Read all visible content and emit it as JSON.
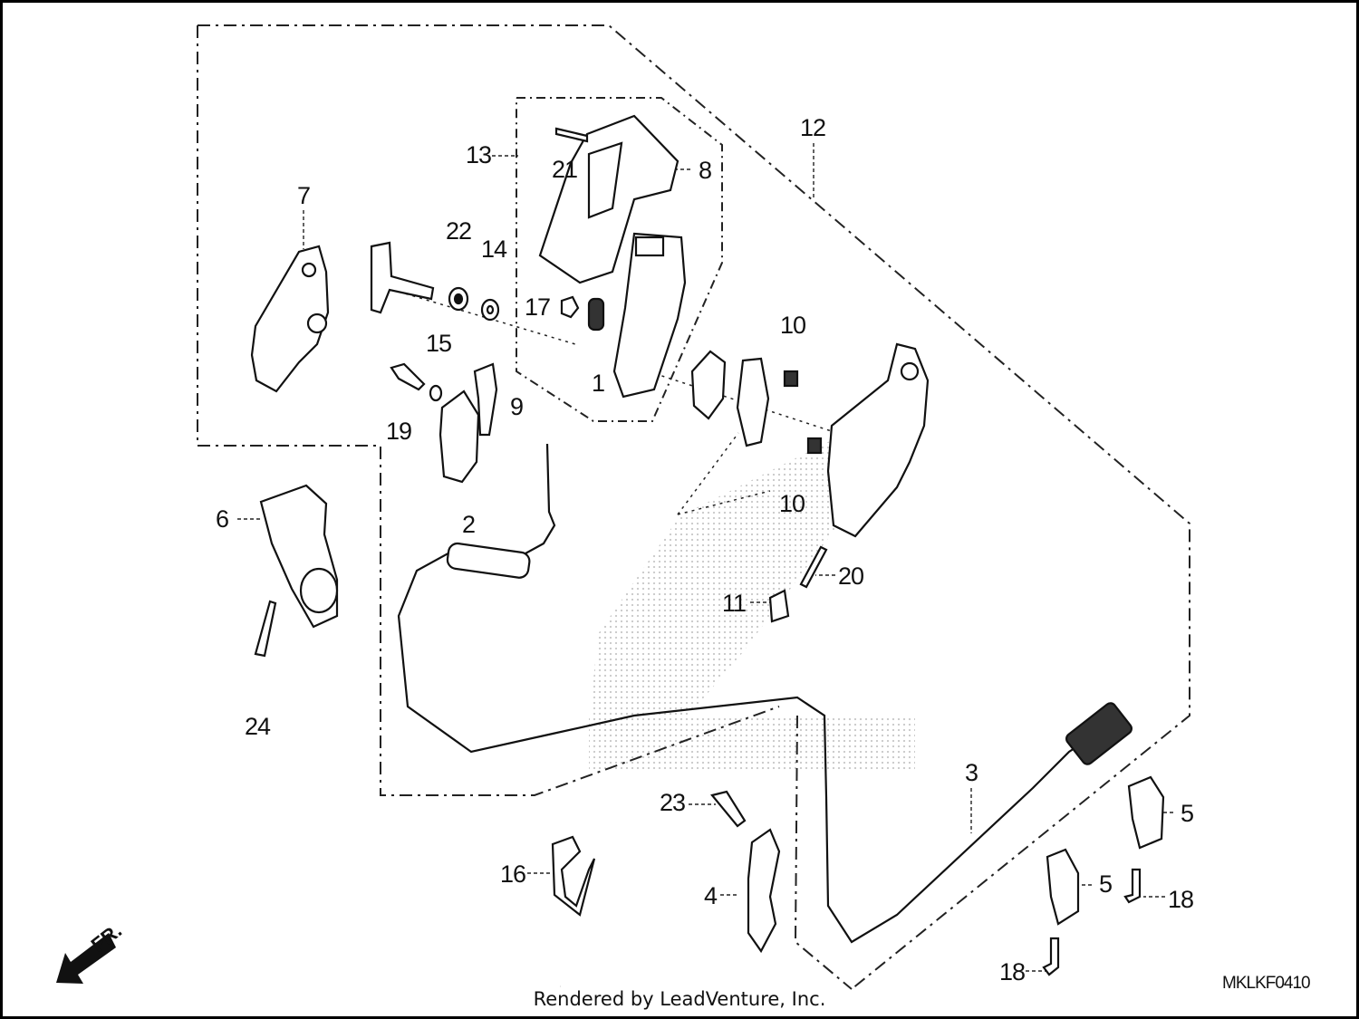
{
  "diagram": {
    "callouts": [
      {
        "id": "1",
        "text": "1"
      },
      {
        "id": "2",
        "text": "2"
      },
      {
        "id": "3",
        "text": "3"
      },
      {
        "id": "4",
        "text": "4"
      },
      {
        "id": "5a",
        "text": "5"
      },
      {
        "id": "5b",
        "text": "5"
      },
      {
        "id": "6",
        "text": "6"
      },
      {
        "id": "7",
        "text": "7"
      },
      {
        "id": "8",
        "text": "8"
      },
      {
        "id": "9",
        "text": "9"
      },
      {
        "id": "10a",
        "text": "10"
      },
      {
        "id": "10b",
        "text": "10"
      },
      {
        "id": "11",
        "text": "11"
      },
      {
        "id": "12",
        "text": "12"
      },
      {
        "id": "13",
        "text": "13"
      },
      {
        "id": "14",
        "text": "14"
      },
      {
        "id": "15",
        "text": "15"
      },
      {
        "id": "16",
        "text": "16"
      },
      {
        "id": "17",
        "text": "17"
      },
      {
        "id": "18a",
        "text": "18"
      },
      {
        "id": "18b",
        "text": "18"
      },
      {
        "id": "19",
        "text": "19"
      },
      {
        "id": "20",
        "text": "20"
      },
      {
        "id": "21",
        "text": "21"
      },
      {
        "id": "22",
        "text": "22"
      },
      {
        "id": "23",
        "text": "23"
      },
      {
        "id": "24",
        "text": "24"
      }
    ],
    "direction_label": "FR.",
    "diagram_code": "MKLKF0410"
  },
  "footer": {
    "rendered_by": "Rendered by LeadVenture, Inc."
  }
}
